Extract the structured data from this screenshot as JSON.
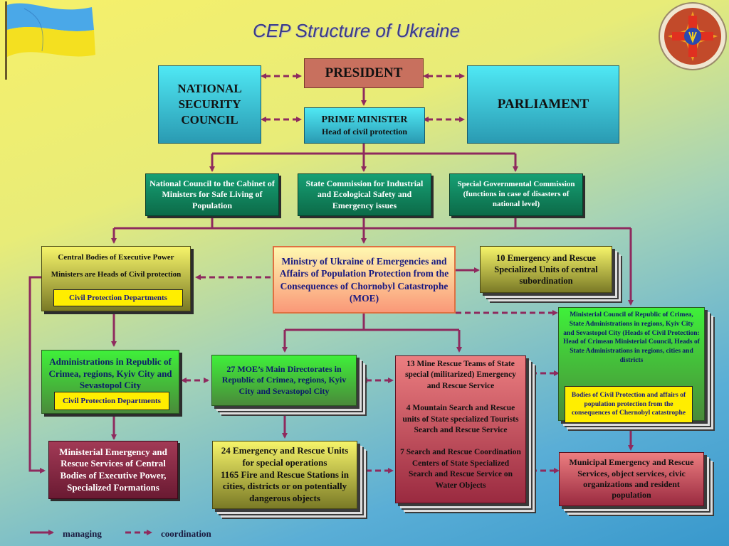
{
  "title": "CEP Structure of Ukraine",
  "nodes": {
    "president": "PRESIDENT",
    "national_security_council": "NATIONAL SECURITY COUNCIL",
    "parliament": "PARLIAMENT",
    "prime_minister": "PRIME MINISTER",
    "prime_minister_sub": "Head of civil protection",
    "national_council": "National Council to the Cabinet of Ministers for Safe Living of Population",
    "state_commission": "State Commission  for Industrial and Ecological Safety and  Emergency issues",
    "special_commission": "Special Governmental Commission (functions in case of disasters of national level)",
    "central_bodies": "Central Bodies of Executive Power",
    "central_bodies_sub": "Ministers are Heads of Civil protection",
    "central_bodies_dept": "Civil Protection  Departments",
    "moe": "Ministry of Ukraine of Emergencies and Affairs of Population Protection from the Consequences of Chornobyl Catastrophe (MOE)",
    "rescue_units_central": "10 Emergency and Rescue Specialized Units of central subordination",
    "ministerial_council_crimea": "Ministerial Council of Republic of Crimea, State Administrations in regions, Kyiv City and Sevastopol City  (Heads of Civil Protection: Head of Crimean Ministerial Council, Heads of State Administrations in regions, cities and districts",
    "bodies_civil_protection": "Bodies of Civil Protection and affairs of population protection from the consequences of Chernobyl catastrophe",
    "administrations_crimea": "Administrations in Republic of Crimea, regions, Kyiv City and Sevastopol City",
    "administrations_dept": "Civil Protection Departments",
    "moe_directorates": "27  MOE’s Main Directorates in Republic of Crimea, regions, Kyiv City and Sevastopol City",
    "mine_rescue": "13 Mine Rescue Teams of State special (militarized) Emergency and Rescue Service",
    "mountain_rescue": "4 Mountain Search and Rescue units of State specialized Tourists Search and Rescue Service",
    "water_rescue": "7 Search and Rescue Coordination Centers of State Specialized Search and Rescue Service on Water Objects",
    "ministerial_emergency": "Ministerial Emergency and Rescue Services of  Central Bodies of Executive Power, Specialized Formations",
    "rescue_units_24": "24 Emergency and Rescue Units for special operations",
    "fire_stations": "1165 Fire and Rescue Stations  in cities, districts or on potentially dangerous objects",
    "municipal_services": "Municipal Emergency and Rescue Services, object services, civic organizations and resident population"
  },
  "legend": {
    "managing": "managing",
    "coordination": "coordination"
  },
  "colors": {
    "arrow": "#8e2a5e",
    "cyan_box": "#4fe8f4",
    "green_box": "#16a074",
    "red_box": "#ec7e80",
    "highlight": "#ffee00"
  },
  "icons": [
    "ukraine-flag-icon",
    "emergency-service-emblem-icon"
  ]
}
